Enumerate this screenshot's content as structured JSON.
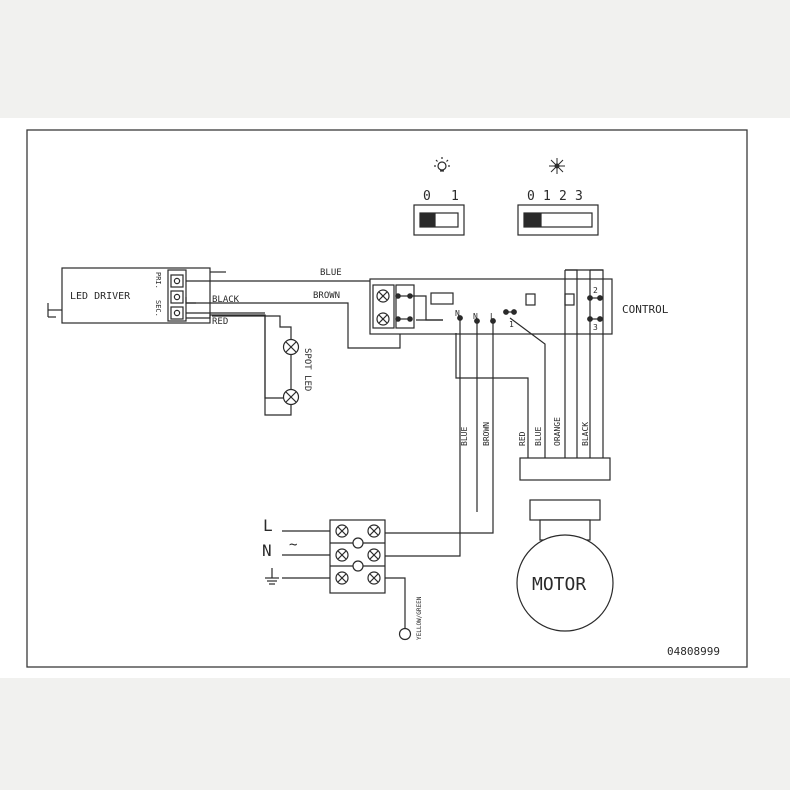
{
  "light_switch": {
    "icon": "light-bulb-icon",
    "positions": [
      "0",
      "1"
    ]
  },
  "fan_switch": {
    "icon": "fan-icon",
    "positions": [
      "0",
      "1",
      "2",
      "3"
    ]
  },
  "led_driver": {
    "label": "LED DRIVER",
    "pri_label": "PRI.",
    "sec_label": "SEC."
  },
  "wires": {
    "blue": "BLUE",
    "brown": "BROWN",
    "black": "BLACK",
    "red": "RED",
    "blue_v": "BLUE",
    "brown_v": "BROWN",
    "red_v": "RED",
    "blue_motor": "BLUE",
    "orange": "ORANGE",
    "black_motor": "BLACK",
    "yellow_green": "YELLOW/GREEN"
  },
  "spot_led": "SPOT LED",
  "control": {
    "label": "CONTROL",
    "terminals": {
      "n1": "N",
      "n2": "N",
      "l": "L",
      "t1": "1",
      "t2": "2",
      "t3": "3"
    }
  },
  "supply": {
    "l": "L",
    "n": "N",
    "ac": "~",
    "ground_icon": "ground-icon"
  },
  "motor": "MOTOR",
  "part_number": "04808999"
}
